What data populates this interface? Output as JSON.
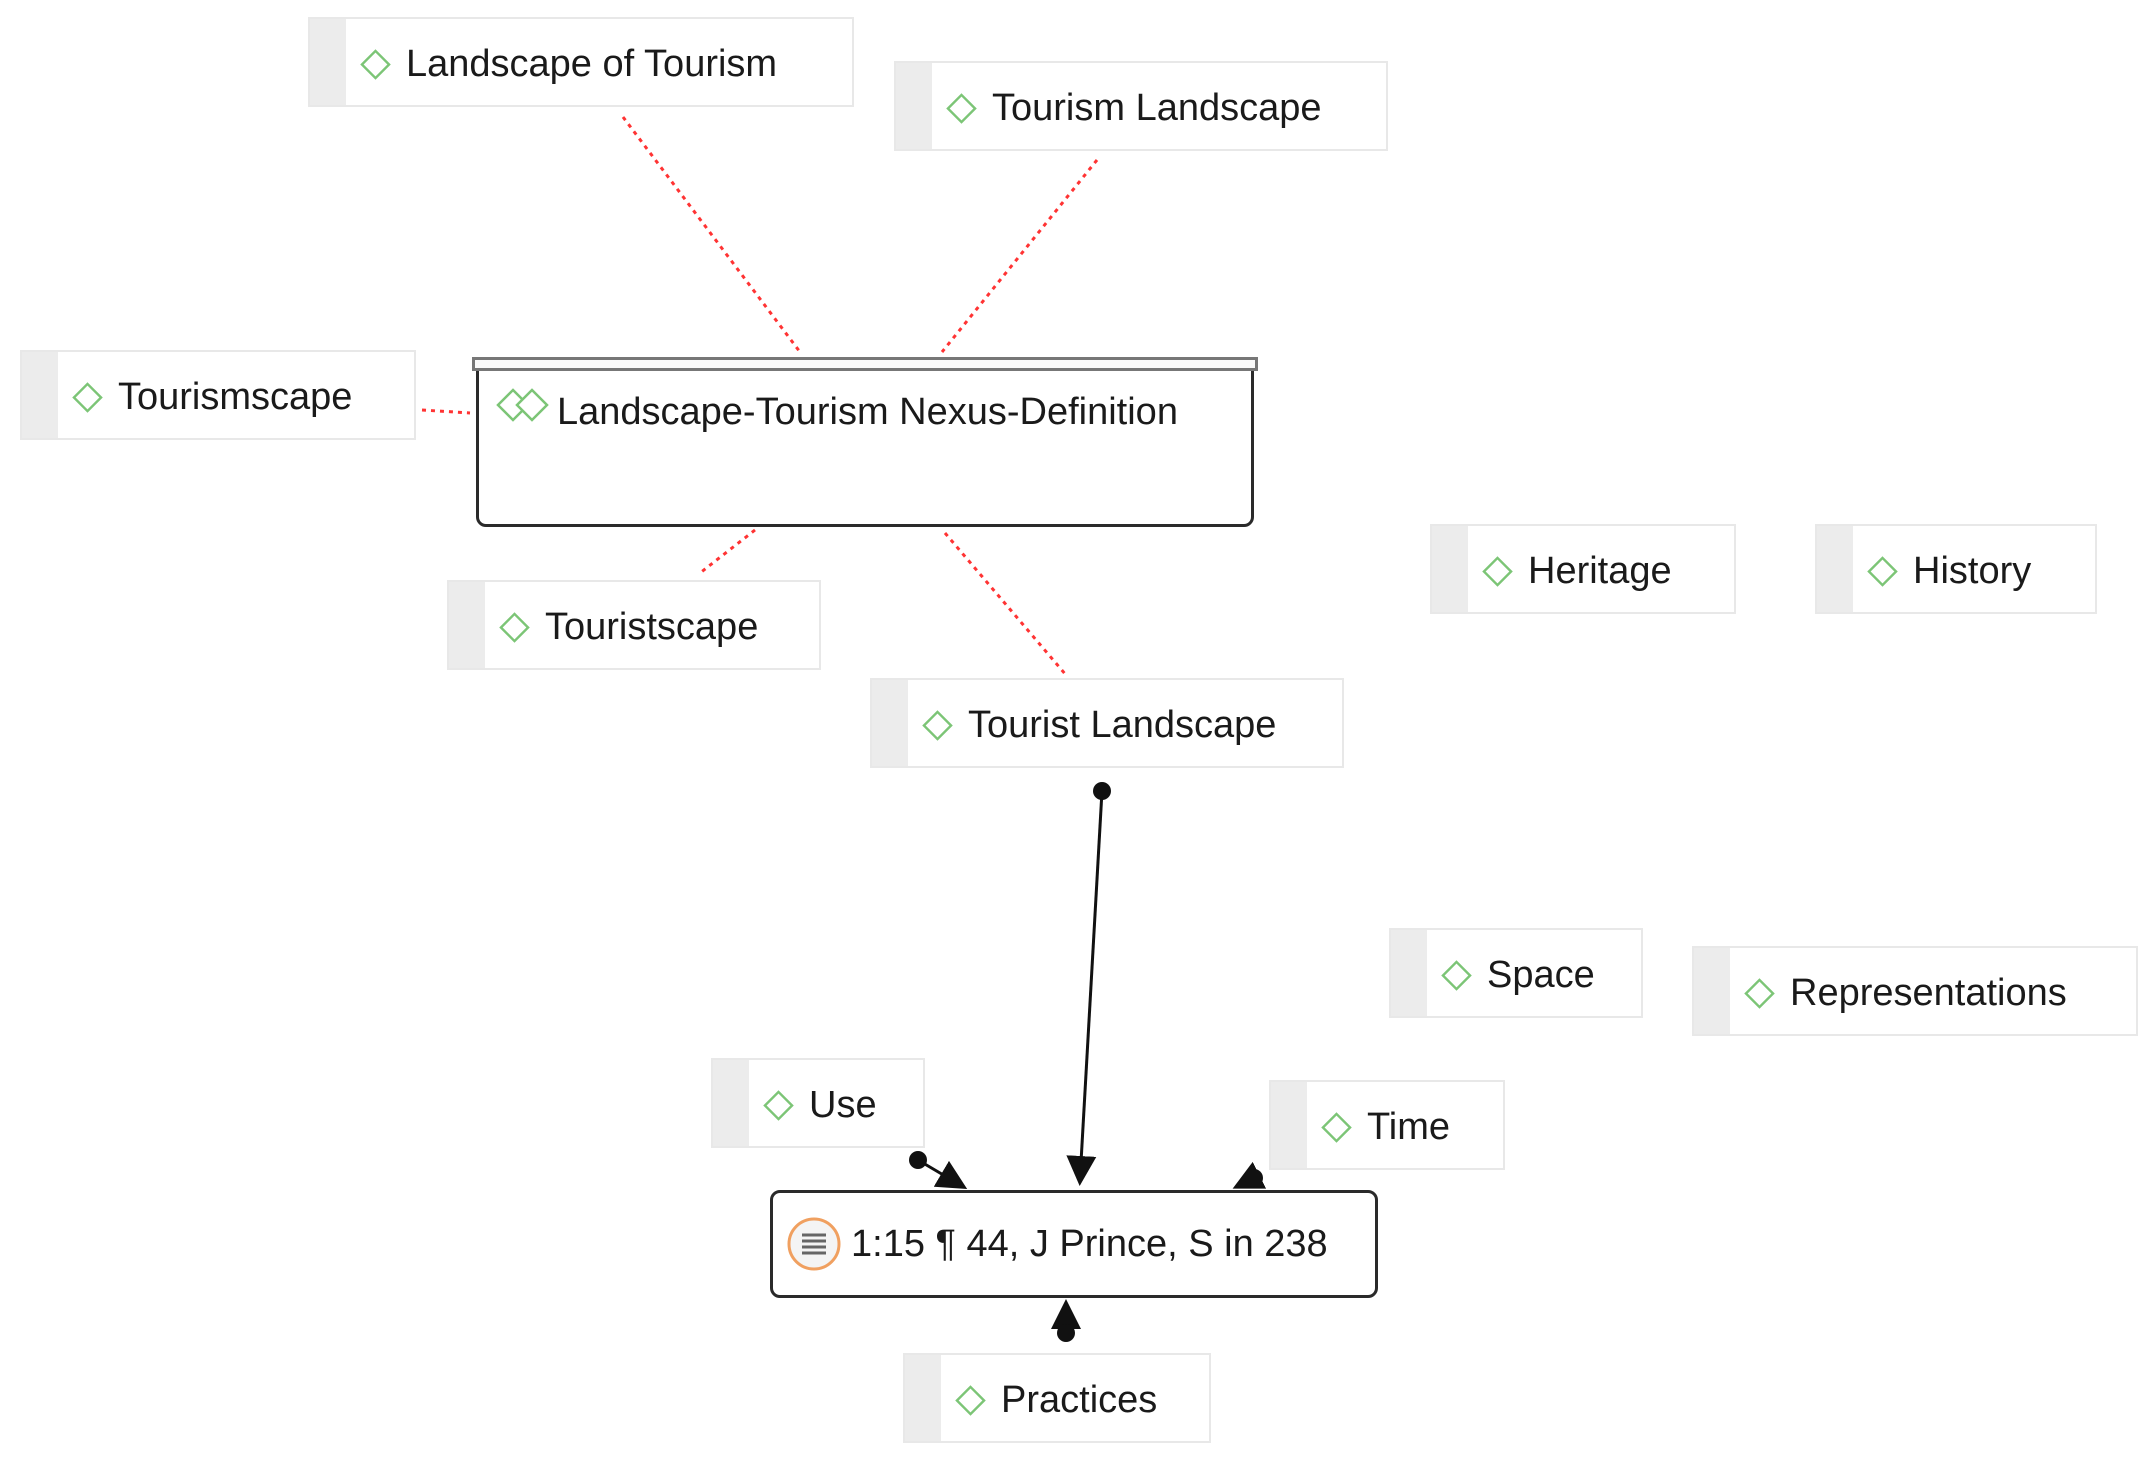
{
  "colors": {
    "code_icon": "#7cc576",
    "quote_icon_ring": "#f0a060",
    "association_link": "#ff3333",
    "relation_link": "#111111"
  },
  "group": {
    "label": "Landscape-Tourism Nexus-Definition",
    "icon": "code-group-icon"
  },
  "quotation": {
    "label": "1:15 ¶ 44, J Prince, S in 238",
    "icon": "quotation-icon"
  },
  "codes": {
    "landscape_of_tourism": "Landscape of Tourism",
    "tourism_landscape": "Tourism Landscape",
    "tourismscape": "Tourismscape",
    "touristscape": "Touristscape",
    "tourist_landscape": "Tourist Landscape",
    "heritage": "Heritage",
    "history": "History",
    "space": "Space",
    "representations": "Representations",
    "use": "Use",
    "time": "Time",
    "practices": "Practices"
  }
}
